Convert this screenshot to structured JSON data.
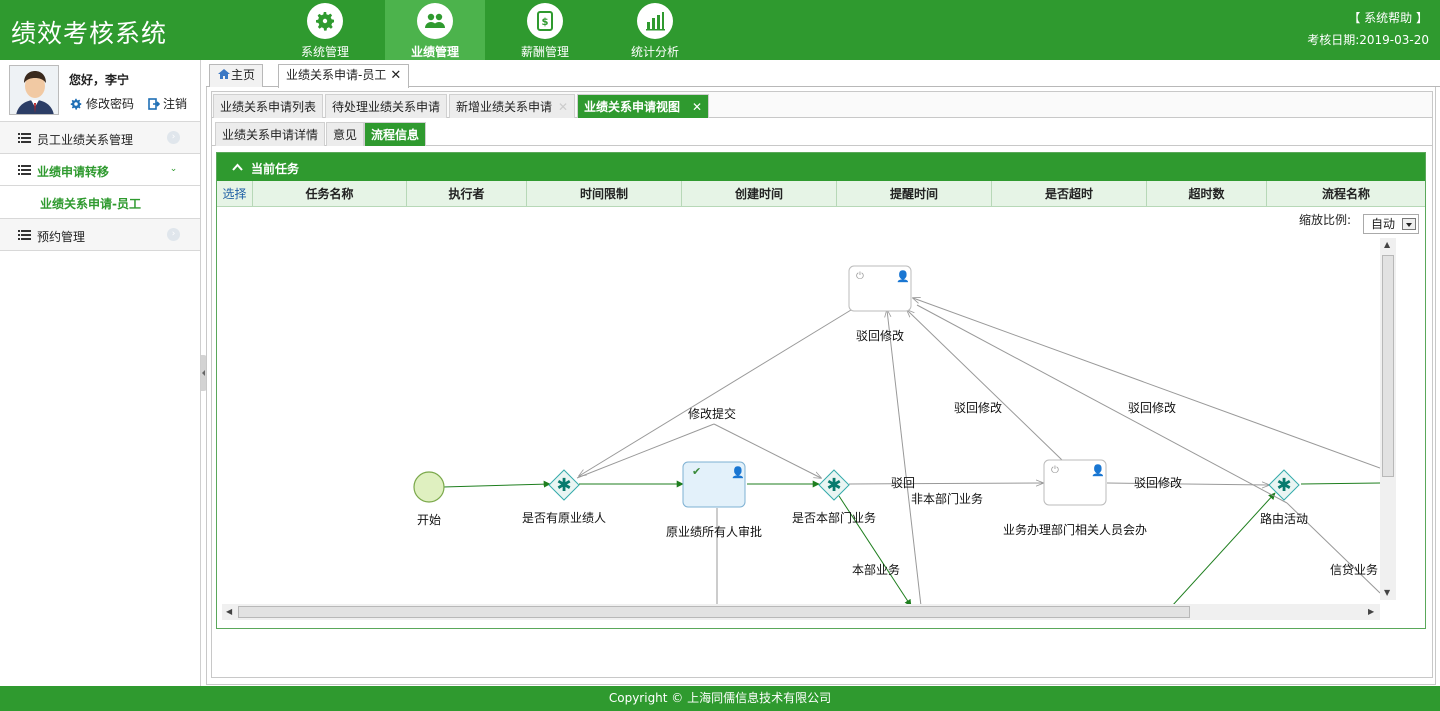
{
  "header": {
    "title": "绩效考核系统",
    "nav": [
      {
        "label": "系统管理",
        "icon": "gear-icon"
      },
      {
        "label": "业绩管理",
        "icon": "users-icon"
      },
      {
        "label": "薪酬管理",
        "icon": "salary-icon"
      },
      {
        "label": "统计分析",
        "icon": "bar-chart-icon"
      }
    ],
    "help": "【 系统帮助 】",
    "date_label": "考核日期:",
    "date_value": "2019-03-20"
  },
  "sidebar": {
    "greeting": "您好，李宁",
    "change_password": "修改密码",
    "logout": "注销",
    "menu": [
      {
        "label": "员工业绩关系管理"
      },
      {
        "label": "业绩申请转移"
      },
      {
        "label": "预约管理"
      }
    ],
    "submenu": [
      {
        "label": "业绩关系申请-员工"
      }
    ]
  },
  "tabs_main": [
    {
      "label": "主页"
    },
    {
      "label": "业绩关系申请-员工"
    }
  ],
  "tabs_sub": [
    {
      "label": "业绩关系申请列表"
    },
    {
      "label": "待处理业绩关系申请"
    },
    {
      "label": "新增业绩关系申请"
    },
    {
      "label": "业绩关系申请视图"
    }
  ],
  "tabs_detail": [
    {
      "label": "业绩关系申请详情"
    },
    {
      "label": "意见"
    },
    {
      "label": "流程信息"
    }
  ],
  "panel": {
    "title": "当前任务",
    "columns": [
      "选择",
      "任务名称",
      "执行者",
      "时间限制",
      "创建时间",
      "提醒时间",
      "是否超时",
      "超时数",
      "流程名称"
    ]
  },
  "diagram": {
    "zoom_label": "缩放比例:",
    "zoom_value": "自动",
    "nodes": {
      "start": "开始",
      "gw1": "是否有原业绩人",
      "task1": "原业绩所有人审批",
      "gw2": "是否本部门业务",
      "task2": "业务办理部门相关人员会办",
      "gw3": "路由活动",
      "reject_task": "驳回修改"
    },
    "edges": {
      "modify_submit": "修改提交",
      "reject1": "驳回修改",
      "reject2": "驳回修改",
      "reject3": "驳回修改",
      "reject_short": "驳回",
      "non_dept": "非本部门业务",
      "dept": "本部业务",
      "credit": "信贷业务"
    }
  },
  "footer": "Copyright © 上海同儒信息技术有限公司",
  "colors": {
    "primary": "#2f9a2f",
    "nav_active": "#4cb34c",
    "gateway": "#1a9c8c",
    "edge_green": "#1e7e1e"
  }
}
